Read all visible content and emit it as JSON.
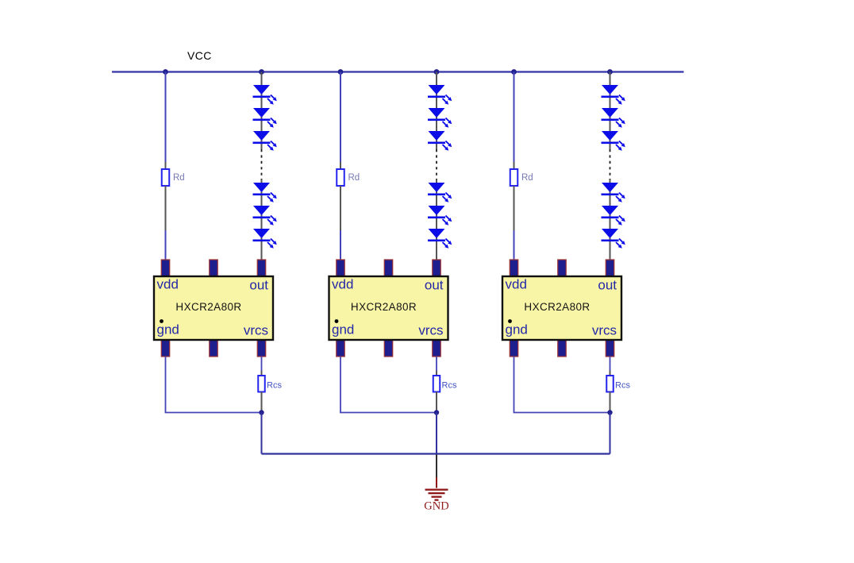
{
  "diagram": {
    "type": "circuit-schematic",
    "background_color": "#ffffff",
    "power_rail": {
      "label": "VCC"
    },
    "ground": {
      "label": "GND"
    },
    "circuits": [
      {
        "ic": {
          "part_number": "HXCR2A80R",
          "pin_top_left": "vdd",
          "pin_top_right": "out",
          "pin_bottom_left": "gnd",
          "pin_bottom_right": "vrcs"
        },
        "dropper_resistor": {
          "label": "Rd"
        },
        "sense_resistor": {
          "label": "Rcs"
        },
        "led_string": {
          "leds_visible": 6,
          "leds_above_gap": 3,
          "leds_below_gap": 3
        }
      },
      {
        "ic": {
          "part_number": "HXCR2A80R",
          "pin_top_left": "vdd",
          "pin_top_right": "out",
          "pin_bottom_left": "gnd",
          "pin_bottom_right": "vrcs"
        },
        "dropper_resistor": {
          "label": "Rd"
        },
        "sense_resistor": {
          "label": "Rcs"
        },
        "led_string": {
          "leds_visible": 6,
          "leds_above_gap": 3,
          "leds_below_gap": 3
        }
      },
      {
        "ic": {
          "part_number": "HXCR2A80R",
          "pin_top_left": "vdd",
          "pin_top_right": "out",
          "pin_bottom_left": "gnd",
          "pin_bottom_right": "vrcs"
        },
        "dropper_resistor": {
          "label": "Rd"
        },
        "sense_resistor": {
          "label": "Rcs"
        },
        "led_string": {
          "leds_visible": 6,
          "leds_above_gap": 3,
          "leds_below_gap": 3
        }
      }
    ],
    "colors": {
      "rail_blue": "#3434aa",
      "wire_blue": "#4444b8",
      "net_navy": "#32329e",
      "lead_gray": "#565656",
      "dash_black": "#1d1d1d",
      "led_blue": "#0d0de8",
      "resistor_border_blue": "#2424ee",
      "resistor_fill": "#ffffff",
      "pin_fill_navy": "#1e1e8e",
      "pin_border_red": "#a03333",
      "ic_fill_yellow": "#f8f5a6",
      "ic_border_black": "#101010",
      "ic_pin_text_navy": "#2327a8",
      "ic_part_text_black": "#141414",
      "vcc_text_black": "#000000",
      "rd_label_slate": "#7678b4",
      "rcs_label_blue": "#4053c5",
      "gnd_red": "#8f1616",
      "gnd_text_red": "#8e1c1c",
      "junction_dot_navy": "#202090"
    }
  }
}
